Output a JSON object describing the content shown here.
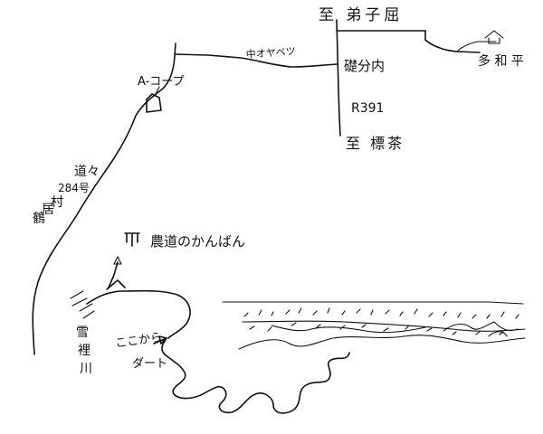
{
  "labels": {
    "to_teshikaga": "至 弟子屈",
    "naka_oyabetsu": "中オヤベツ",
    "isobunnai": "礎分内",
    "route_391": "R391",
    "to_shibecha": "至 標茶",
    "tawa_daira_chars": [
      "多",
      "和",
      "平"
    ],
    "a_coop": "A-コープ",
    "prefectural_road_kanji": "道々",
    "prefectural_road_number": "284号",
    "tsurui_village": [
      "鶴",
      "居",
      "村"
    ],
    "farm_road_sign": "農道のかんばん",
    "setsuri": [
      "雪",
      "裡",
      "川"
    ],
    "start_here_line1": "ここから",
    "start_here_line2": "ダート"
  },
  "colors": {
    "ink": "#111111",
    "paper": "#ffffff"
  }
}
